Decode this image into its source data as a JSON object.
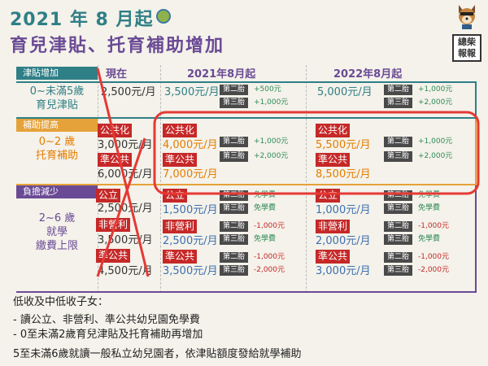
{
  "header": {
    "year_line": "2021 年 8 月起",
    "subtitle": "育兒津貼、托育補助增加"
  },
  "logo": {
    "line1": "總柴",
    "line2": "報報"
  },
  "table": {
    "col_now": "現在",
    "col_2021": "2021年8月起",
    "col_2022": "2022年8月起",
    "rows": {
      "allowance": {
        "tag": "津貼增加",
        "label1": "0~未滿5歲",
        "label2": "育兒津貼",
        "now": "2,500元/月",
        "y2021": "3,500元/月",
        "y2022": "5,000元/月",
        "second": "第二胎",
        "third": "第三胎",
        "y2021_second": "+500元",
        "y2021_third": "+1,000元",
        "y2022_second": "+1,000元",
        "y2022_third": "+2,000元"
      },
      "subsidy": {
        "tag": "補助提高",
        "label1": "0~2 歲",
        "label2": "托育補助",
        "public": "公共化",
        "quasi": "準公共",
        "now_public": "3,000元/月",
        "now_quasi": "6,000元/月",
        "y2021_public": "4,000元/月",
        "y2021_quasi": "7,000元/月",
        "y2022_public": "5,500元/月",
        "y2022_quasi": "8,500元/月",
        "second": "第二胎",
        "third": "第三胎",
        "y2021_second": "+1,000元",
        "y2021_third": "+2,000元",
        "y2022_second": "+1,000元",
        "y2022_third": "+2,000元"
      },
      "burden": {
        "tag": "負擔減少",
        "label1": "2~6 歲",
        "label2": "就學",
        "label3": "繳費上限",
        "public": "公立",
        "nonprofit": "非營利",
        "quasi": "準公共",
        "now_public": "2,500元/月",
        "now_nonprofit": "3,500元/月",
        "now_quasi": "4,500元/月",
        "y2021_public": "1,500元/月",
        "y2021_nonprofit": "2,500元/月",
        "y2021_quasi": "3,500元/月",
        "y2022_public": "1,000元/月",
        "y2022_nonprofit": "2,000元/月",
        "y2022_quasi": "3,000元/月",
        "second": "第二胎",
        "third": "第三胎",
        "free": "免學費",
        "y2021_pub_second": "免學費",
        "y2021_pub_third": "免學費",
        "y2021_np_second": "-1,000元",
        "y2021_np_third": "免學費",
        "y2021_q_second": "-1,000元",
        "y2021_q_third": "-2,000元",
        "y2022_pub_second": "免學費",
        "y2022_pub_third": "免學費",
        "y2022_np_second": "-1,000元",
        "y2022_np_third": "免學費",
        "y2022_q_second": "-1,000元",
        "y2022_q_third": "-2,000元"
      }
    }
  },
  "footer": {
    "line1": "低收及中低收子女：",
    "line2": "- 讀公立、非營利、準公共幼兒園免學費",
    "line3": "- 0至未滿2歲育兒津貼及托育補助再增加",
    "line4": "5至未滿6歲就讀一般私立幼兒園者，依津貼額度發給就學補助"
  },
  "colors": {
    "allowance": "#2f7f86",
    "subsidy": "#e5a23a",
    "burden": "#6a4a95",
    "highlight": "#e53935"
  }
}
